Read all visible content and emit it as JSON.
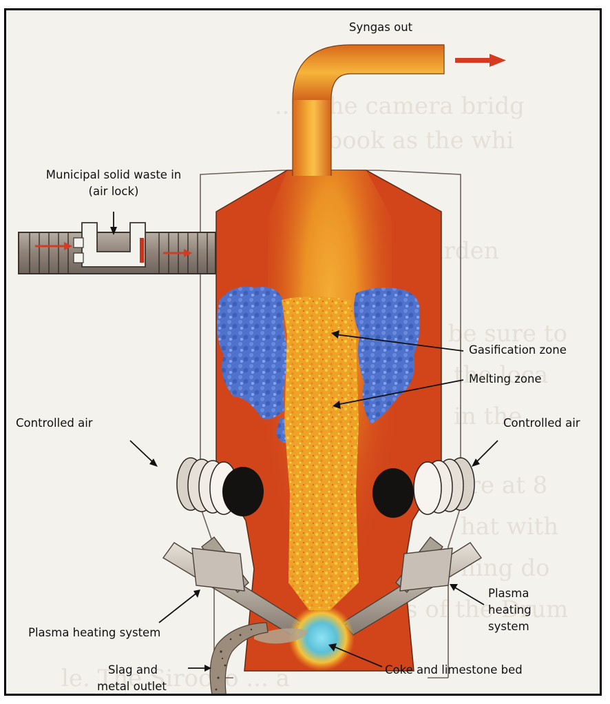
{
  "labels": {
    "syngas_out": "Syngas out",
    "waste_in_line1": "Municipal solid waste in",
    "waste_in_line2": "(air lock)",
    "gasification_zone": "Gasification zone",
    "melting_zone": "Melting zone",
    "controlled_air_left": "Controlled air",
    "controlled_air_right": "Controlled air",
    "plasma_left": "Plasma heating system",
    "plasma_right_line1": "Plasma",
    "plasma_right_line2": "heating",
    "plasma_right_line3": "system",
    "slag_line1": "Slag and",
    "slag_line2": "metal outlet",
    "coke_bed": "Coke and limestone bed"
  },
  "colors": {
    "vessel": "#d2451b",
    "flame": "#f0a21c",
    "flow_arrow": "#d63a20",
    "waste_particles": "#4f72cc"
  }
}
